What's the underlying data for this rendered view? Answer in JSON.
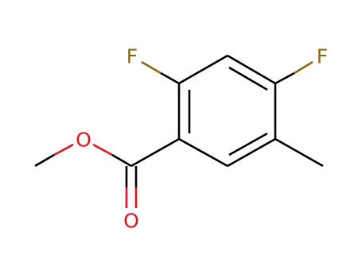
{
  "molecule": {
    "atoms": [
      {
        "id": "F1",
        "symbol": "F",
        "color": "#8a6b10"
      },
      {
        "id": "F2",
        "symbol": "F",
        "color": "#8a6b10"
      },
      {
        "id": "O1",
        "symbol": "O",
        "color": "#e0141e"
      },
      {
        "id": "O2",
        "symbol": "O",
        "color": "#e0141e"
      }
    ],
    "colors": {
      "carbon_bond": "#000000",
      "oxygen": "#e0141e",
      "fluorine": "#8a6b10",
      "background": "#ffffff"
    }
  }
}
